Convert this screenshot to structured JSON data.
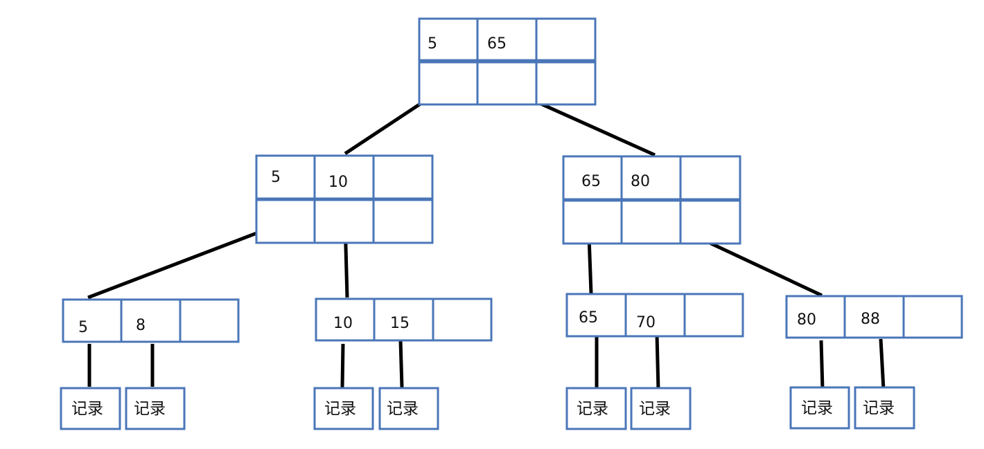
{
  "colors": {
    "border": "#4a76b8",
    "edge": "#000000",
    "text": "#111111",
    "background": "#ffffff"
  },
  "root": {
    "keys": [
      "5",
      "65",
      ""
    ]
  },
  "internal": [
    {
      "keys": [
        "5",
        "10",
        ""
      ]
    },
    {
      "keys": [
        "65",
        "80",
        ""
      ]
    }
  ],
  "leaves": [
    {
      "keys": [
        "5",
        "8",
        ""
      ]
    },
    {
      "keys": [
        "10",
        "15",
        ""
      ]
    },
    {
      "keys": [
        "65",
        "70",
        ""
      ]
    },
    {
      "keys": [
        "80",
        "88",
        ""
      ]
    }
  ],
  "record_label": "记录"
}
